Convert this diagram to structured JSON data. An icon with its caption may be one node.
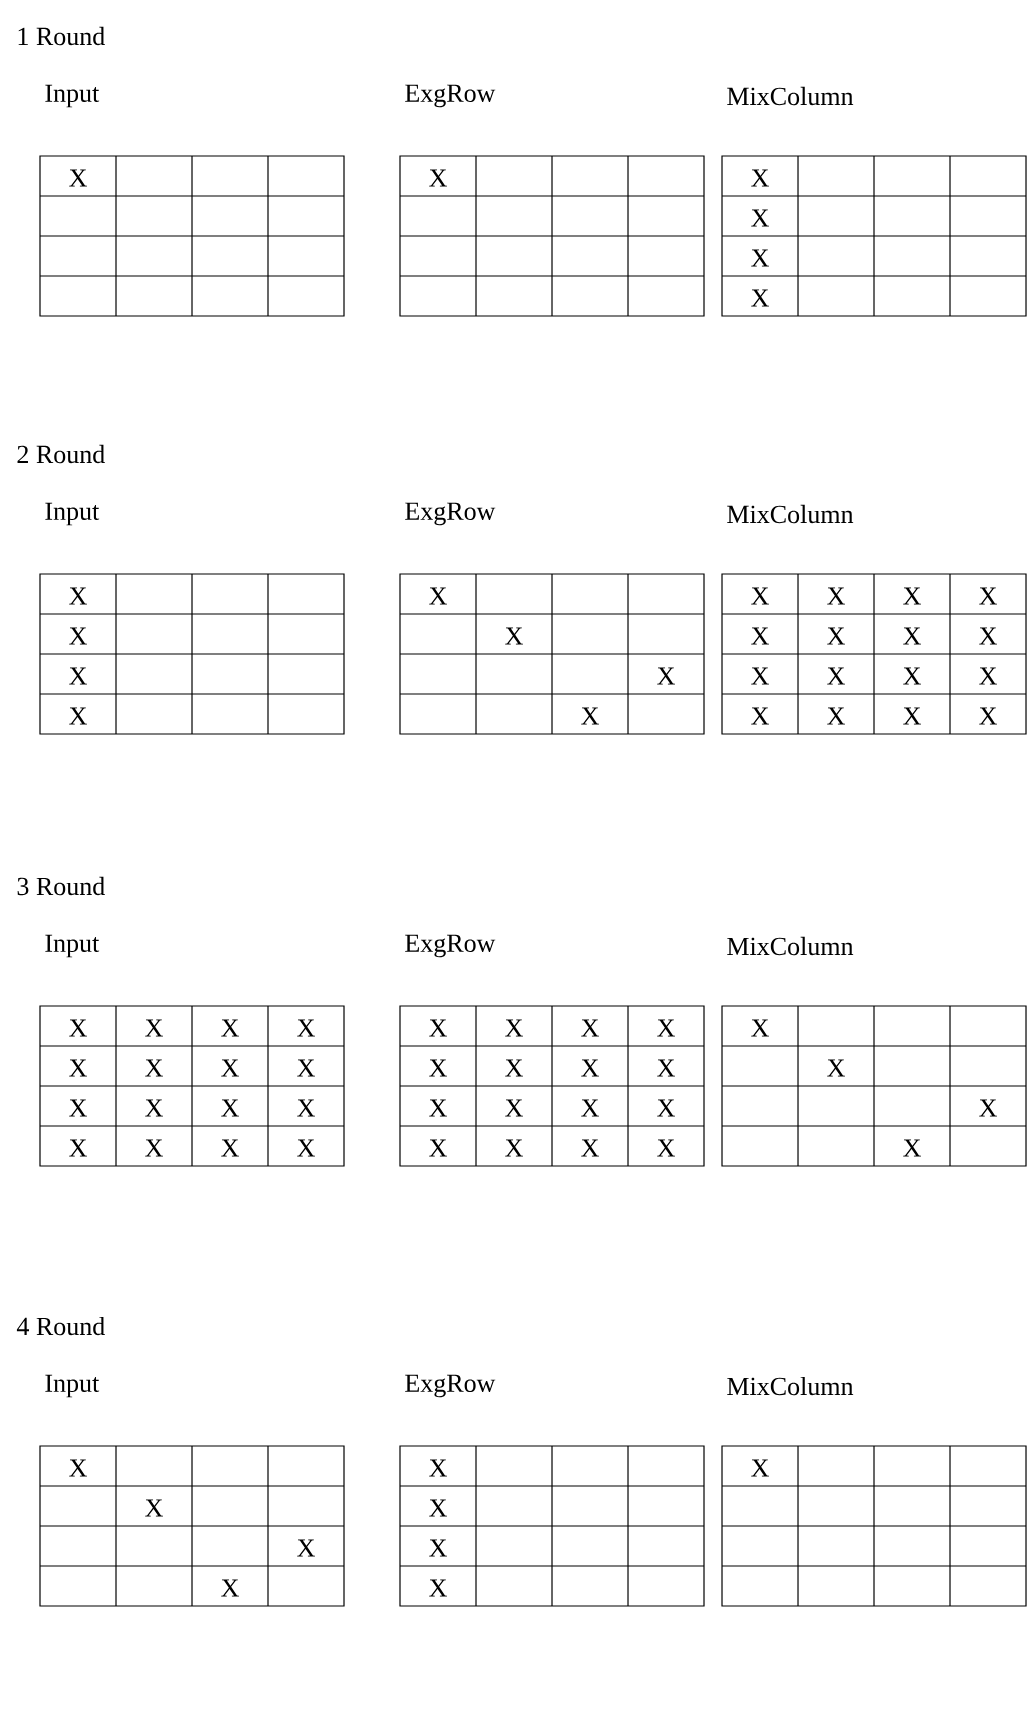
{
  "diagram": {
    "nodes": [
      {
        "text": [
          "Input",
          "X"
        ]
      },
      {
        "text": [
          "ExgRow",
          "X"
        ]
      },
      {
        "text": [
          "MixColumn",
          "X",
          "X",
          "X",
          "X"
        ]
      },
      {
        "text": [
          "Input",
          "X",
          "X",
          "X",
          "X"
        ]
      },
      {
        "text": [
          "ExgRow",
          "X",
          "X",
          "X",
          "X"
        ]
      },
      {
        "text": [
          "MixColumn",
          "X",
          "X",
          "X",
          "X",
          "X",
          "X",
          "X",
          "X",
          "X",
          "X",
          "X",
          "X",
          "X",
          "X",
          "X",
          "X"
        ]
      },
      {
        "text": [
          "Input",
          "X",
          "X",
          "X",
          "X",
          "X",
          "X",
          "X",
          "X",
          "X",
          "X",
          "X",
          "X",
          "X",
          "X",
          "X",
          "X"
        ]
      },
      {
        "text": [
          "ExgRow",
          "X",
          "X",
          "X",
          "X",
          "X",
          "X",
          "X",
          "X",
          "X",
          "X",
          "X",
          "X",
          "X",
          "X",
          "X",
          "X"
        ]
      },
      {
        "text": [
          "MixColumn",
          "X",
          "X",
          "X",
          "X"
        ]
      },
      {
        "text": [
          "Input",
          "X",
          "X",
          "X",
          "X"
        ]
      },
      {
        "text": [
          "ExgRow",
          "X",
          "X",
          "X",
          "X"
        ]
      },
      {
        "text": [
          "MixColumn",
          "X"
        ]
      }
    ],
    "labels": [
      "1 Round",
      "2 Round",
      "3 Round",
      "4 Round"
    ]
  }
}
